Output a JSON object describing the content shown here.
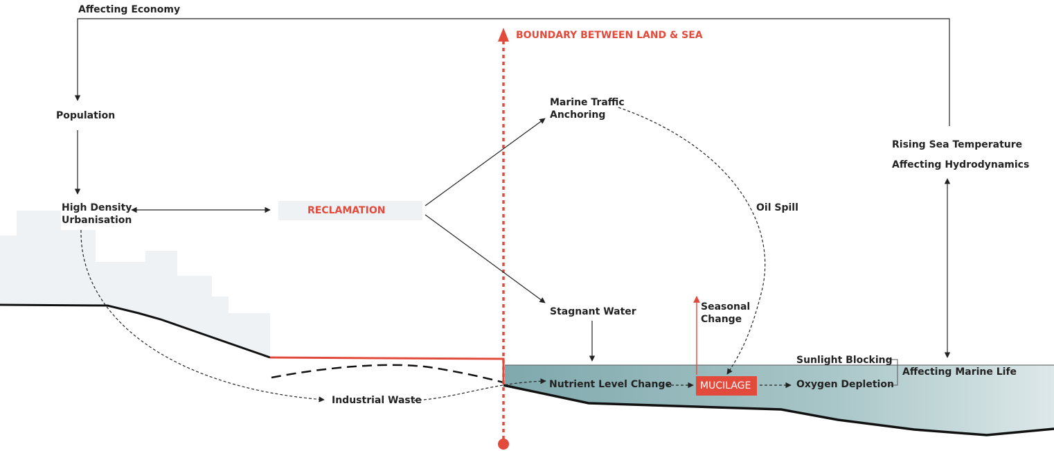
{
  "colors": {
    "accent_red": "#e24a3b",
    "text_dark": "#222222",
    "sea_teal": "#7fa9ad",
    "land_grey": "#eef2f5"
  },
  "labels": {
    "affecting_economy": "Affecting Economy",
    "boundary": "BOUNDARY BETWEEN LAND & SEA",
    "population": "Population",
    "high_density_1": "High Density",
    "high_density_2": "Urbanisation",
    "reclamation": "RECLAMATION",
    "marine_traffic_1": "Marine Traffic",
    "marine_traffic_2": "Anchoring",
    "oil_spill": "Oil Spill",
    "rising_sea_temp": "Rising Sea Temperature",
    "affecting_hydro": "Affecting Hydrodynamics",
    "stagnant_water": "Stagnant Water",
    "seasonal_1": "Seasonal",
    "seasonal_2": "Change",
    "sunlight_blocking": "Sunlight Blocking",
    "affecting_marine_life": "Affecting Marine Life",
    "nutrient_level_change": "Nutrient Level Change",
    "mucilage": "MUCILAGE",
    "oxygen_depletion": "Oxygen Depletion",
    "industrial_waste": "Industrial Waste"
  }
}
